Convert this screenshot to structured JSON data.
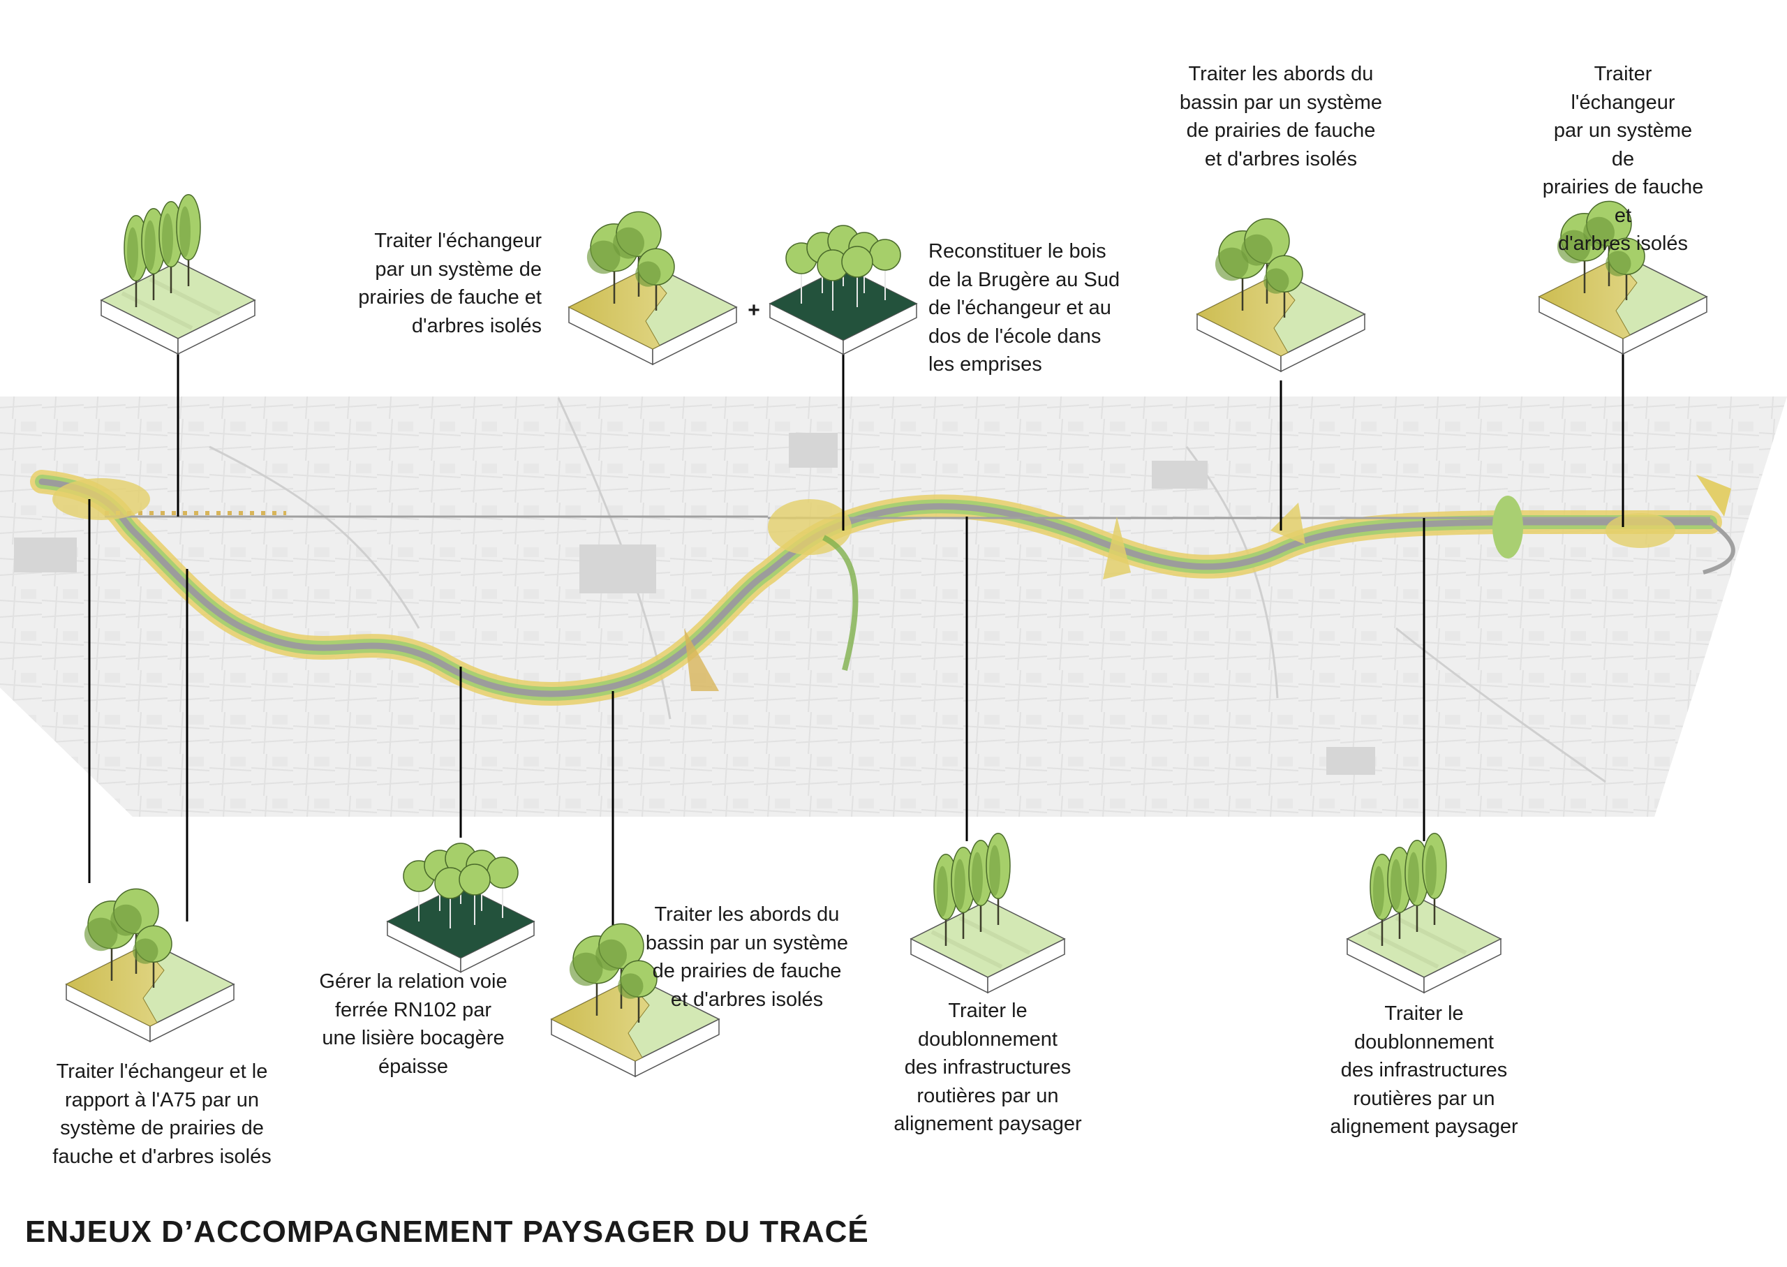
{
  "title": "ENJEUX D’ACCOMPAGNEMENT PAYSAGER DU TRACÉ",
  "plus_sign": "+",
  "colors": {
    "band": "#e4e4e4",
    "road": "#a9a9a9",
    "road_edge": "#8f8f8f",
    "verge_yellow": "#e3cf6a",
    "verge_green": "#a9cf72",
    "leader_line": "#000000",
    "tree_light": "#a6cf6a",
    "tree_dark": "#6e9a3a",
    "grass_light": "#d3e8b4",
    "meadow": "#cfc25a",
    "hedge_dark": "#24523c"
  },
  "legend_items": [
    {
      "id": "a",
      "icon": "poplar-alignment-block",
      "text": ""
    },
    {
      "id": "b",
      "icon": "meadow-isolated-trees-block",
      "text": "Traiter l'échangeur\npar un système de\nprairies de fauche et\nd'arbres isolés"
    },
    {
      "id": "c",
      "icon": "dense-woodland-block",
      "text": "Reconstituer le bois\nde la Brugère au Sud\nde l'échangeur et au\ndos de l'école dans\nles emprises"
    },
    {
      "id": "d",
      "icon": "meadow-isolated-trees-block",
      "text": "Traiter les abords du\nbassin par un système\nde prairies de fauche\net d'arbres isolés"
    },
    {
      "id": "e",
      "icon": "meadow-isolated-trees-block",
      "text": "Traiter l'échangeur\npar un système de\nprairies de fauche et\nd'arbres isolés"
    },
    {
      "id": "f",
      "icon": "meadow-isolated-trees-block",
      "text": "Traiter l'échangeur et le\nrapport à l'A75 par un\nsystème de prairies de\nfauche et d'arbres isolés"
    },
    {
      "id": "g",
      "icon": "hedgerow-woodland-block",
      "text": "Gérer la relation voie\nferrée RN102 par\nune lisière bocagère\népaisse"
    },
    {
      "id": "h",
      "icon": "meadow-isolated-trees-block",
      "text": "Traiter les abords du\nbassin par un système\nde prairies de fauche\net d'arbres isolés"
    },
    {
      "id": "i",
      "icon": "poplar-alignment-block",
      "text": "Traiter le\ndoublonnement\ndes infrastructures\nroutières par un\nalignement paysager"
    },
    {
      "id": "j",
      "icon": "poplar-alignment-block",
      "text": "Traiter le\ndoublonnement\ndes infrastructures\nroutières par un\nalignement paysager"
    }
  ]
}
